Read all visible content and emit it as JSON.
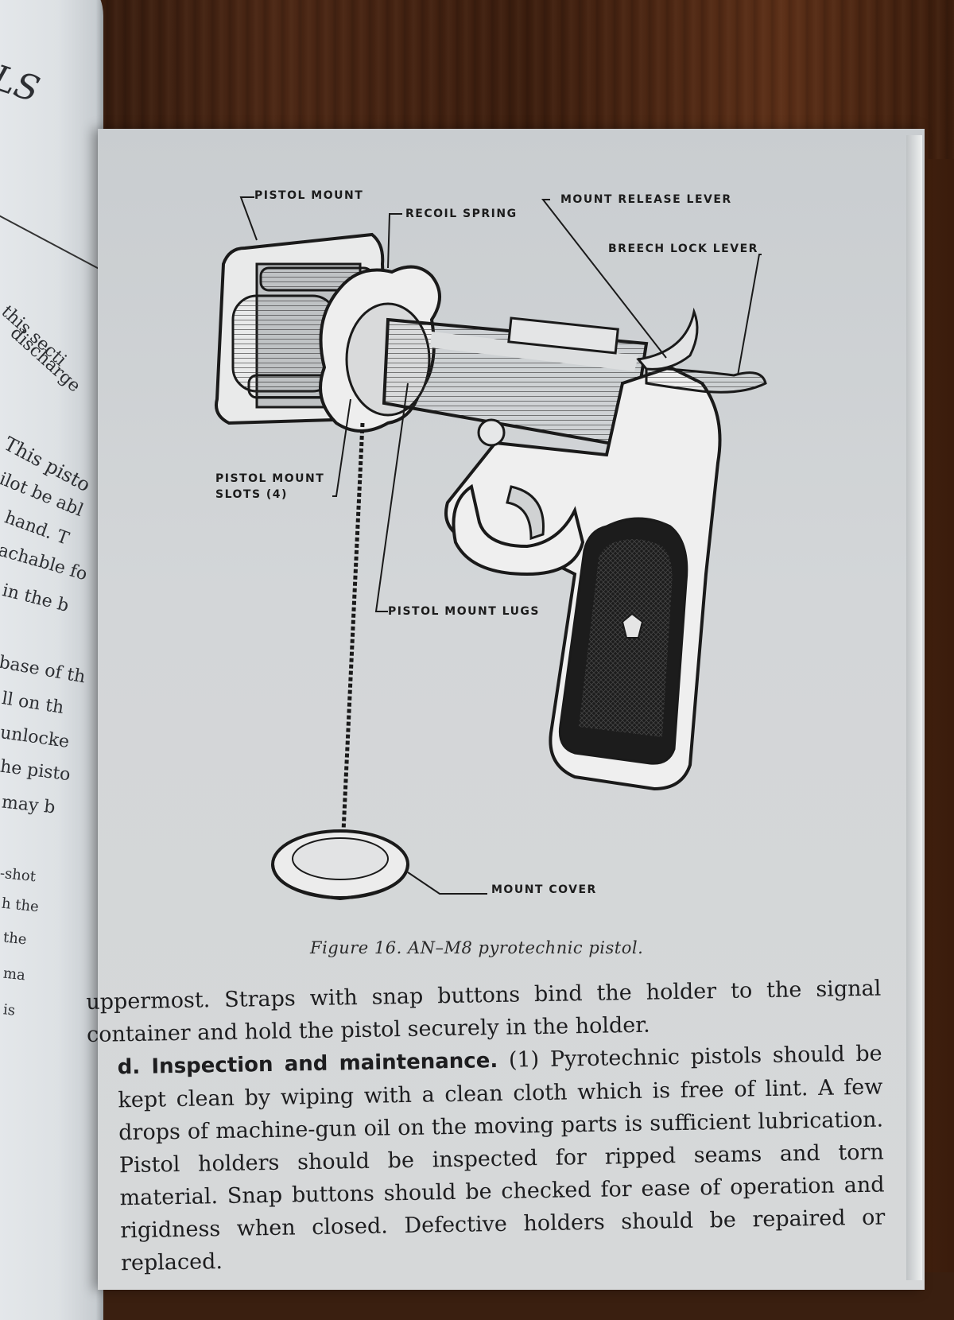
{
  "left_page": {
    "heading_fragment": "LS",
    "text_fragments": [
      "this secti",
      "discharge",
      "This pisto",
      "ilot be abl",
      "hand. T",
      "achable fo",
      "in the b",
      "base of th",
      "ll on th",
      "unlocke",
      "he pisto",
      "may b",
      "-shot",
      "h the",
      "the",
      "ma",
      "is"
    ]
  },
  "figure": {
    "labels": {
      "pistol_mount": "PISTOL  MOUNT",
      "recoil_spring": "RECOIL  SPRING",
      "mount_release_lever": "MOUNT  RELEASE  LEVER",
      "breech_lock_lever": "BREECH  LOCK  LEVER",
      "pistol_mount_slots": "PISTOL   MOUNT\nSLOTS  (4)",
      "pistol_mount_lugs": "PISTOL  MOUNT  LUGS",
      "mount_cover": "MOUNT  COVER"
    },
    "caption": "Figure 16.  AN–M8 pyrotechnic pistol."
  },
  "body": {
    "para1": "uppermost.  Straps with snap buttons bind the holder to the signal container and hold the pistol securely in the holder.",
    "section_title": "d. Inspection and maintenance.",
    "para2": " (1) Pyrotechnic pistols should be kept clean by wiping with a clean cloth which is free of lint.  A few drops of machine-gun oil on the moving parts is sufficient lubrication.  Pistol holders should be inspected for ripped seams and torn material.  Snap buttons should be checked for ease of operation and rigidness when closed. Defective holders should be repaired or replaced."
  }
}
